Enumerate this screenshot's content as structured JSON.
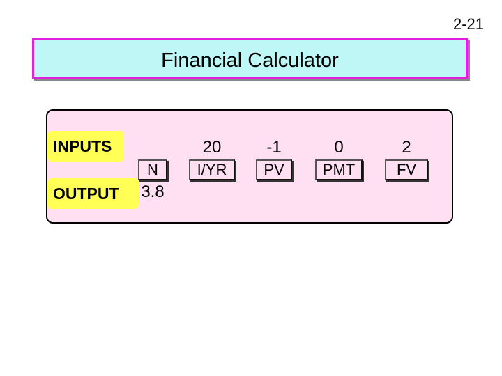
{
  "slide_number": "2-21",
  "title": "Financial Calculator",
  "labels": {
    "inputs": "INPUTS",
    "output": "OUTPUT"
  },
  "keys": {
    "n": "N",
    "iyr": "I/YR",
    "pv": "PV",
    "pmt": "PMT",
    "fv": "FV"
  },
  "inputs": {
    "iyr": "20",
    "pv": "-1",
    "pmt": "0",
    "fv": "2"
  },
  "output": {
    "n": "3.8"
  },
  "colors": {
    "title_bg": "#bff7f7",
    "title_border": "#e020e0",
    "panel_bg": "#fee0f2",
    "label_bg": "#ffff55"
  }
}
